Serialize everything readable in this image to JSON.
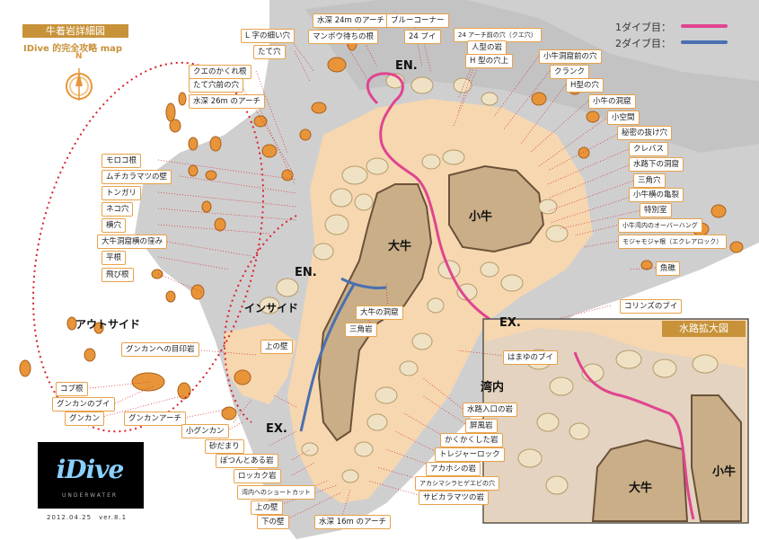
{
  "header": {
    "title": "牛着岩詳細図",
    "subtitle": "IDive 的完全攻略 map"
  },
  "legend": {
    "dive1": "1ダイブ目：",
    "dive2": "2ダイブ目：",
    "dive1_color": "#e0458f",
    "dive2_color": "#4a6fb0"
  },
  "compass_label": "N",
  "map_text": {
    "en_top": "EN.",
    "en_left": "EN.",
    "ex_right": "EX.",
    "ex_bottom": "EX.",
    "outside": "アウトサイド",
    "inside": "インサイド",
    "oushi": "大牛",
    "koushi": "小牛",
    "wannai": "湾内"
  },
  "inset": {
    "title": "水路拡大図",
    "oushi": "大牛",
    "koushi": "小牛"
  },
  "logo": {
    "text": "iDive",
    "sub": "UNDERWATER"
  },
  "version": "2012.04.25　ver.8.1",
  "labels": {
    "l01": "L 字の細い穴",
    "l02": "たて穴",
    "l03": "水深 24m のアーチ",
    "l04": "マンボウ待ちの根",
    "l05": "ブルーコーナー",
    "l06": "24 ブイ",
    "l07": "24 アーチ前の穴（クエ穴）",
    "l08": "人型の岩",
    "l09": "H 型の穴上",
    "l10": "クエのかくれ根",
    "l11": "たて穴前の穴",
    "l12": "水深 26m のアーチ",
    "l13": "小牛洞窟前の穴",
    "l14": "クランク",
    "l15": "H型の穴",
    "l16": "小牛の洞窟",
    "l17": "小空間",
    "l18": "秘密の抜け穴",
    "l19": "クレバス",
    "l20": "水路下の洞窟",
    "l21": "三角穴",
    "l22": "小牛横の亀裂",
    "l23": "特別室",
    "l24": "小牛湾内のオーバーハング",
    "l25": "モジャモジャ根（エクレアロック）",
    "l26": "魚礁",
    "l27": "モロコ根",
    "l28": "ムチカラマツの壁",
    "l29": "トンガリ",
    "l30": "ネコ穴",
    "l31": "横穴",
    "l32": "大牛洞窟横の窪み",
    "l33": "平根",
    "l34": "飛び根",
    "l35": "大牛の洞窟",
    "l36": "三角岩",
    "l37": "コリンズのブイ",
    "l38": "はまゆのブイ",
    "l39": "グンカンへの目印岩",
    "l40": "上の壁",
    "l41": "コブ根",
    "l42": "グンカンのブイ",
    "l43": "グンカン",
    "l44": "グンカンアーチ",
    "l45": "小グンカン",
    "l46": "砂だまり",
    "l47": "ぽつんとある岩",
    "l48": "ロッカク岩",
    "l49": "湾内へのショートカット",
    "l50": "上の壁",
    "l51": "下の壁",
    "l52": "水深 16m のアーチ",
    "l53": "水路入口の岩",
    "l54": "屏風岩",
    "l55": "かくかくした岩",
    "l56": "トレジャーロック",
    "l57": "アカホシの岩",
    "l58": "アカシマシラヒゲエビの穴",
    "l59": "サビカラマツの岩"
  }
}
